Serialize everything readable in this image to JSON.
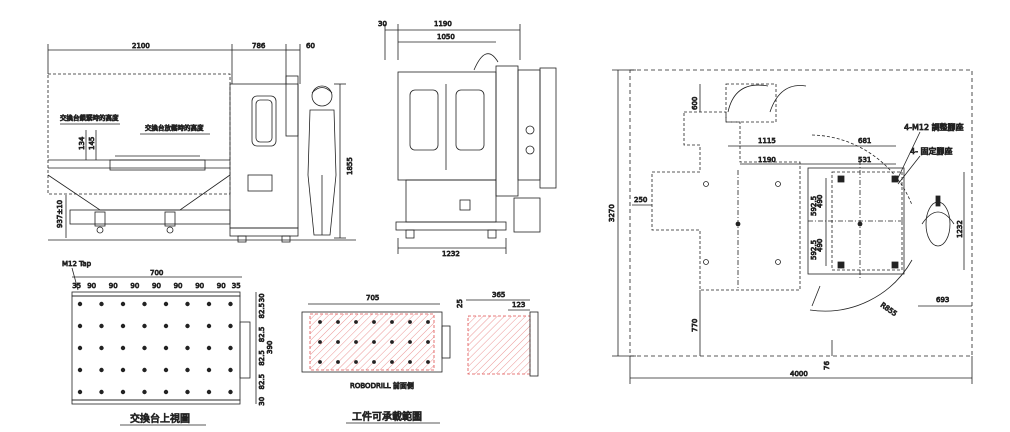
{
  "side_view": {
    "width_total": "2100",
    "width_mid": "786",
    "width_small": "60",
    "height_total": "1855",
    "table_height": "937±10",
    "h134": "134",
    "h145": "145",
    "label_clamp": "交換台鎖緊時的高度",
    "label_release": "交換台放鬆時的高度"
  },
  "front_view": {
    "w30": "30",
    "w1190": "1190",
    "w1050": "1050",
    "w1232": "1232"
  },
  "plan_view": {
    "d3270": "3270",
    "d4000": "4000",
    "d600": "600",
    "d250": "250",
    "d770": "770",
    "d76": "76",
    "d1115": "1115",
    "d681": "681",
    "d1190": "1190",
    "d531": "531",
    "d592_5a": "592.5",
    "d490a": "490",
    "d592_5b": "592.5",
    "d490b": "490",
    "d1232": "1232",
    "d693": "693",
    "r855": "R855",
    "note_adjust": "4-M12 調整腳座",
    "note_fixed": "4- 固定腳座"
  },
  "pallet_view": {
    "m12_tap": "M12 Tap",
    "width": "700",
    "pitch_x": [
      "35",
      "90",
      "90",
      "90",
      "90",
      "90",
      "90",
      "90",
      "35"
    ],
    "height": "390",
    "pitch_y": [
      "30",
      "82.5",
      "82.5",
      "82.5",
      "82.5",
      "30"
    ],
    "caption": "交換台上視圖"
  },
  "load_range": {
    "w705": "705",
    "w25": "25",
    "w365": "365",
    "w123": "123",
    "front_label": "ROBODRILL 前面側",
    "caption": "工件可承載範圍"
  }
}
